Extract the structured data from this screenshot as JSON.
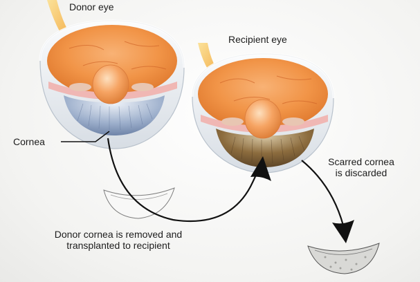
{
  "labels": {
    "donor_eye": "Donor eye",
    "recipient_eye": "Recipient eye",
    "cornea": "Cornea",
    "scarred_line1": "Scarred cornea",
    "scarred_line2": "is discarded",
    "transplant_line1": "Donor cornea is removed and",
    "transplant_line2": "transplanted to recipient"
  },
  "colors": {
    "retina_orange": "#f39a52",
    "sclera": "#eef1f4",
    "donor_iris_blue": "#8fa3c4",
    "recipient_iris_brown": "#8a6a3c",
    "lens_orange": "#f7a868",
    "arrow": "#111111",
    "nerve_yellow": "#f6c24a"
  }
}
